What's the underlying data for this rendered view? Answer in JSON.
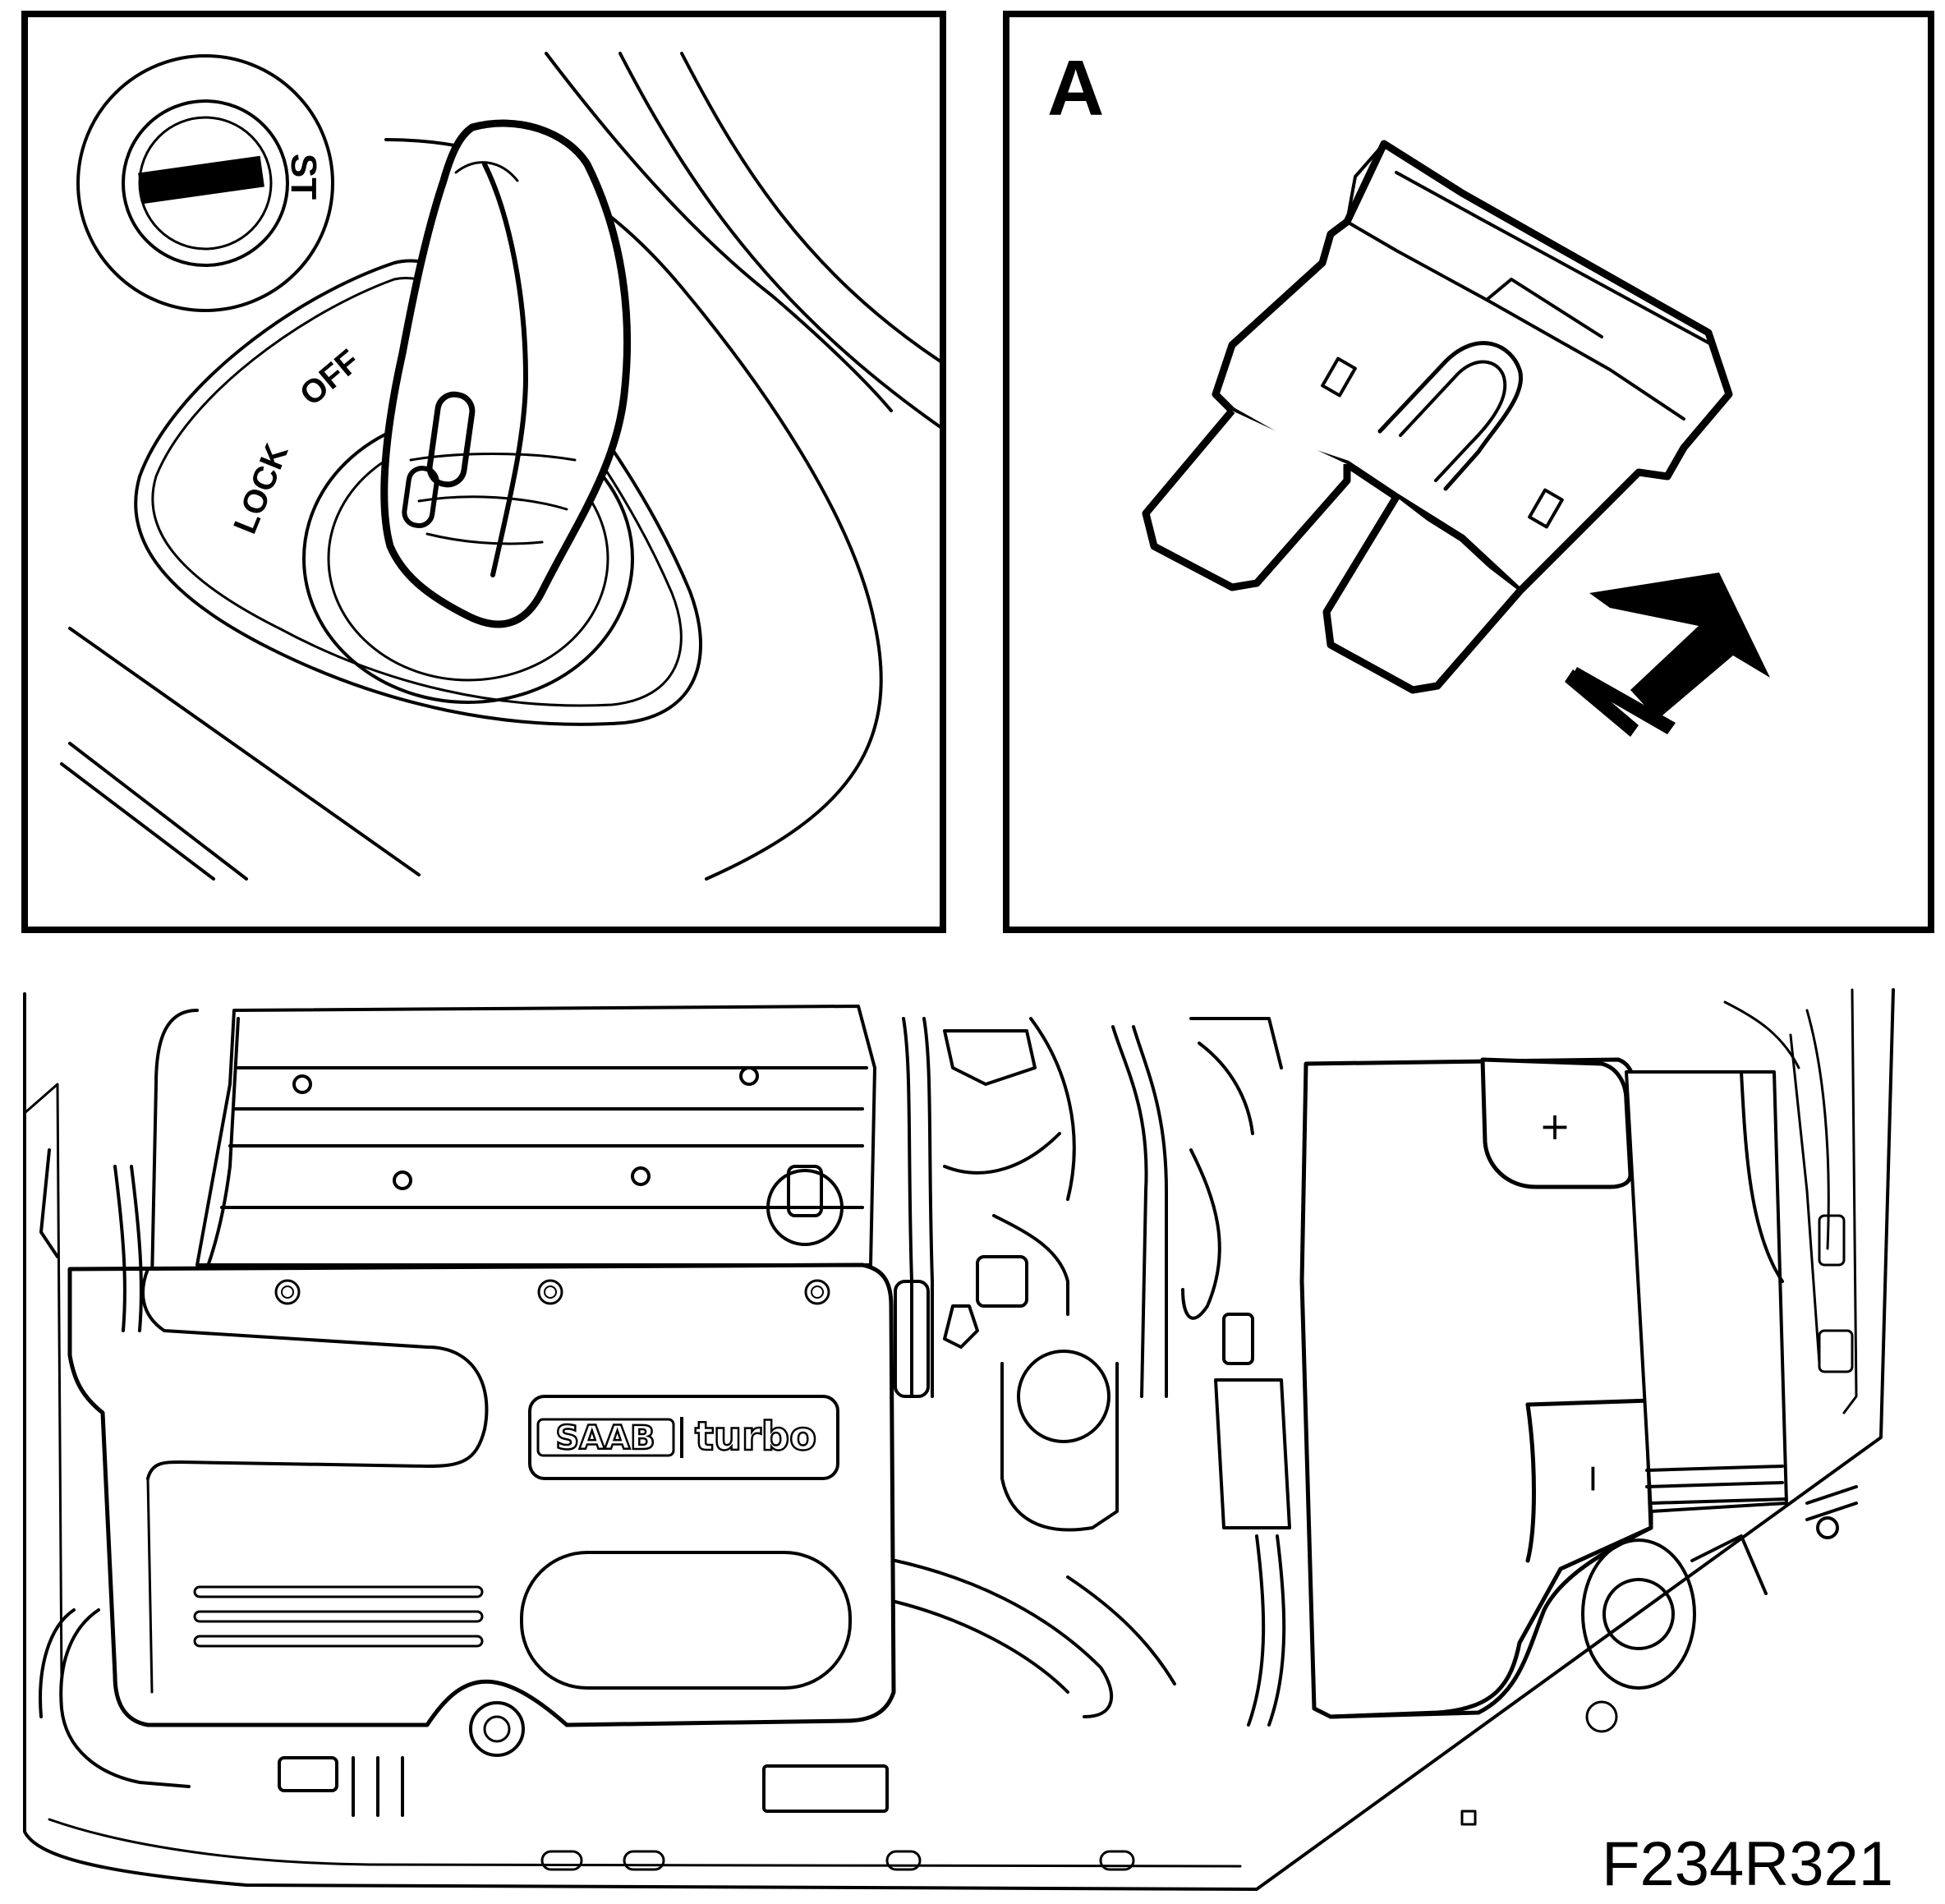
{
  "ignition_panel": {
    "position_st": "ST",
    "position_lock": "LOCK",
    "position_off": "OFF"
  },
  "fuse_panel": {
    "label": "A"
  },
  "engine_panel": {
    "brand": "SAAB",
    "model": "turbo",
    "battery_plus": "+",
    "battery_minus": "−"
  },
  "figure_id": "F234R321",
  "colors": {
    "line": "#000000",
    "background": "#ffffff"
  }
}
